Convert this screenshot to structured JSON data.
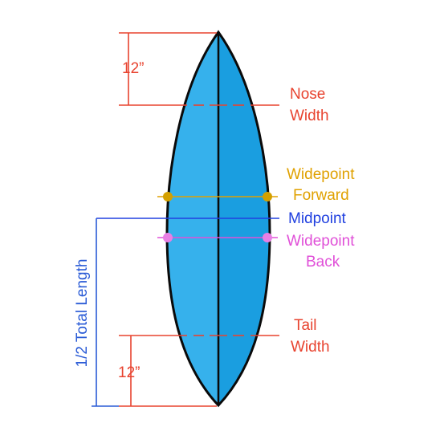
{
  "colors": {
    "board_fill_left": "#36b1ec",
    "board_fill_right": "#1a9ee0",
    "board_outline": "#0a0a0a",
    "stringer": "#0a0a0a",
    "measure_red": "#e8432f",
    "widepoint_forward": "#e0a100",
    "midpoint_blue": "#2040e0",
    "widepoint_back": "#e050d8",
    "half_length_blue": "#2a5bd6"
  },
  "labels": {
    "nose_dim": "12”",
    "tail_dim": "12”",
    "nose_width_line1": "Nose",
    "nose_width_line2": "Width",
    "widepoint_forward_line1": "Widepoint",
    "widepoint_forward_line2": "Forward",
    "midpoint": "Midpoint",
    "widepoint_back_line1": "Widepoint",
    "widepoint_back_line2": "Back",
    "tail_width_line1": "Tail",
    "tail_width_line2": "Width",
    "half_length": "1/2 Total Length"
  }
}
